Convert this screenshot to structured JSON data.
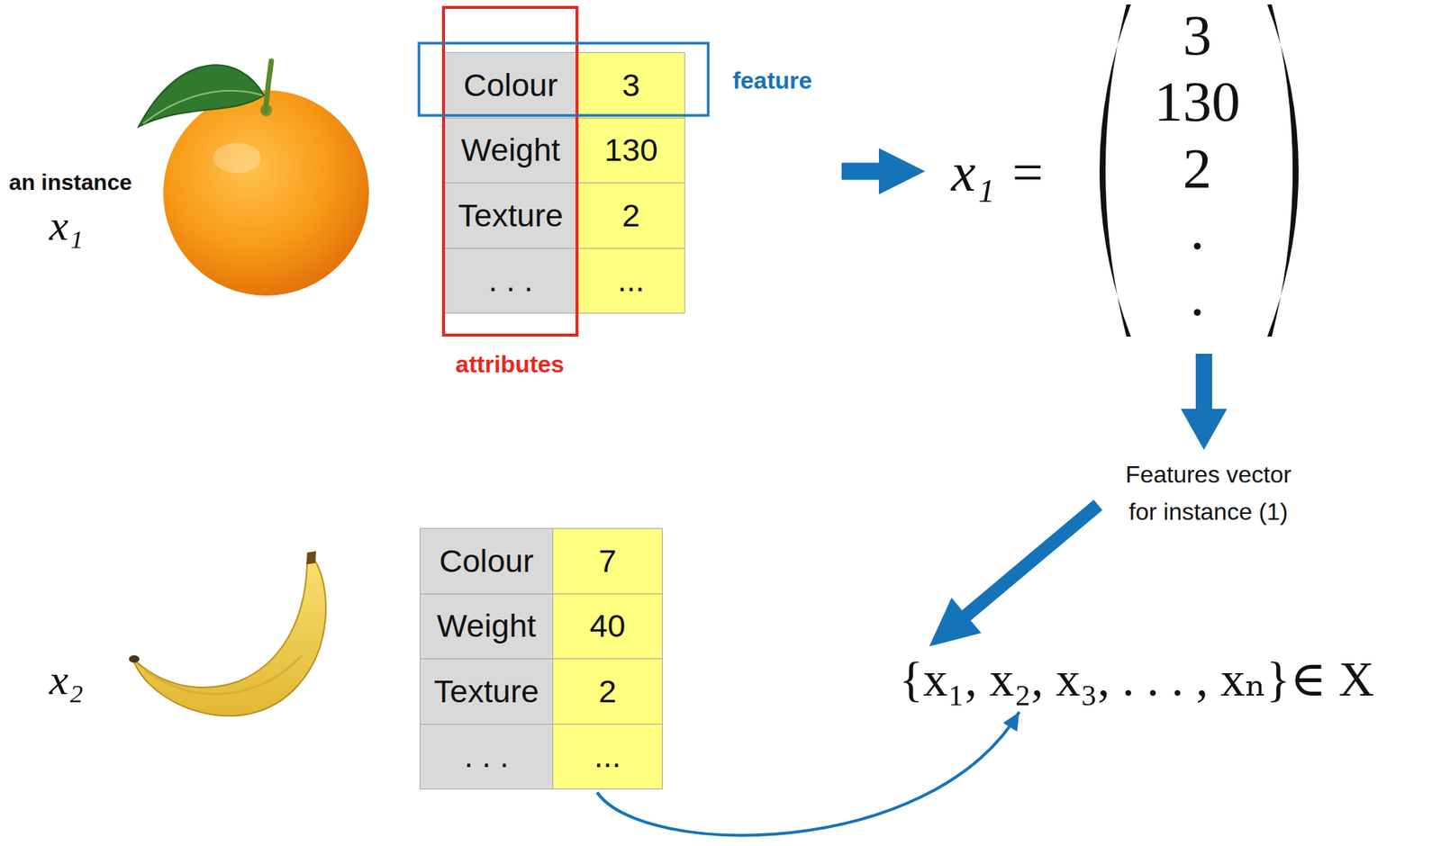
{
  "diagram": {
    "nodes": [
      {
        "text": [
          "Colour",
          "3",
          "Weight",
          "130",
          "Texture",
          "2",
          ". . .",
          "..."
        ]
      },
      {
        "text": [
          "x₁ =",
          "3",
          "130",
          "2",
          ".",
          "."
        ]
      },
      {
        "text": [
          "Colour",
          "7",
          "Weight",
          "40",
          "Texture",
          "2",
          ". . .",
          "..."
        ]
      },
      {
        "text": [
          "{x₁, x₂, x₃, . . . , xₙ}∈ X"
        ]
      }
    ],
    "edges": [
      {
        "from": 0,
        "to": 1,
        "arrow": "to"
      },
      {
        "from": 1,
        "to": 3,
        "label": "Features vector for instance (1)",
        "arrow": "to"
      },
      {
        "from": 2,
        "to": 3,
        "arrow": "to"
      }
    ],
    "labels": [
      "an instance",
      "x₁",
      "feature",
      "attributes",
      "x₂"
    ]
  }
}
